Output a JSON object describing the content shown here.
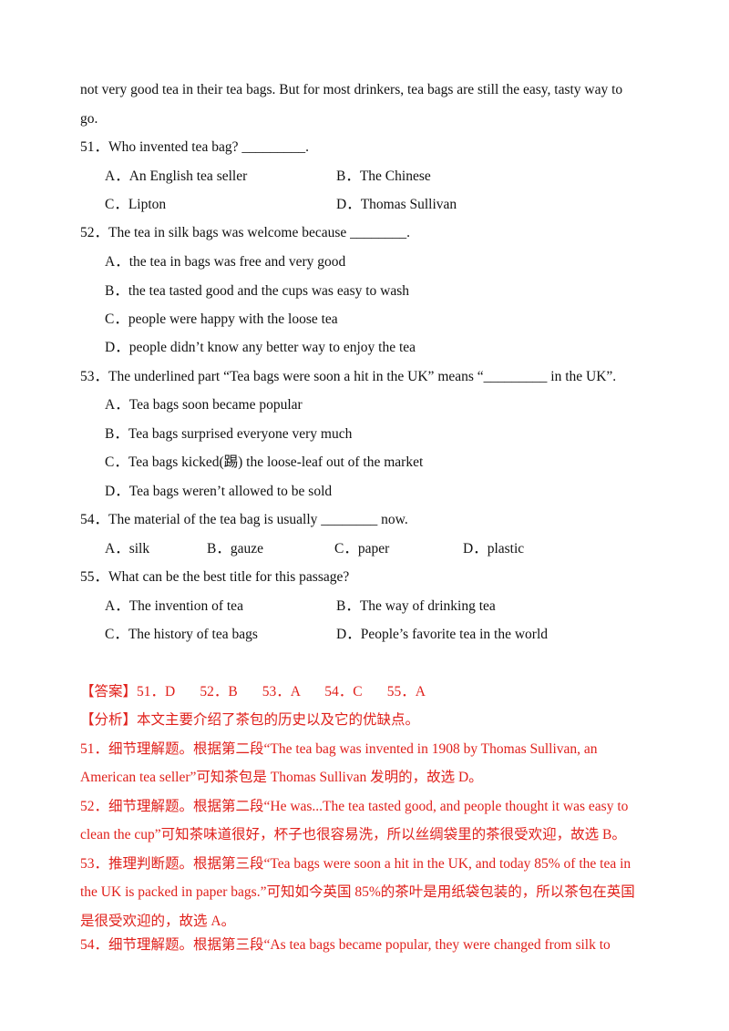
{
  "passage_tail": {
    "line1": "not very good tea in their tea bags. But for most drinkers, tea bags are still the easy, tasty way to",
    "line2": "go."
  },
  "questions": [
    {
      "stem": "51．Who invented tea bag? _________.",
      "options": [
        "A．An English tea seller",
        "B．The Chinese",
        "C．Lipton",
        "D．Thomas Sullivan"
      ]
    },
    {
      "stem": "52．The tea in silk bags was welcome because ________.",
      "options": [
        "A．the tea in bags was free and very good",
        "B．the tea tasted good and the cups was easy to wash",
        "C．people were happy with the loose tea",
        "D．people didn’t know any better way to enjoy the tea"
      ]
    },
    {
      "stem": "53．The underlined part “Tea bags were soon a hit in the UK” means “_________ in the UK”.",
      "options": [
        "A．Tea bags soon became popular",
        "B．Tea bags surprised everyone very much",
        "C．Tea bags kicked(踢) the loose-leaf out of the market",
        "D．Tea bags weren’t allowed to be sold"
      ]
    },
    {
      "stem": "54．The material of the tea bag is usually ________ now.",
      "options": [
        "A．silk",
        "B．gauze",
        "C．paper",
        "D．plastic"
      ]
    },
    {
      "stem": "55．What can be the best title for this passage?",
      "options": [
        "A．The invention of tea",
        "B．The way of drinking tea",
        "C．The history of tea bags",
        "D．People’s favorite tea in the world"
      ]
    }
  ],
  "answer": {
    "line": "【答案】51．D       52．B       53．A       54．C       55．A",
    "analysis": "【分析】本文主要介绍了茶包的历史以及它的优缺点。",
    "explanations": [
      "51．细节理解题。根据第二段“The tea bag was invented in 1908 by Thomas Sullivan, an",
      "American tea seller”可知茶包是 Thomas Sullivan 发明的，故选 D。",
      "52．细节理解题。根据第二段“He was...The tea tasted good, and people thought it was easy to",
      "clean the cup”可知茶味道很好，杯子也很容易洗，所以丝绸袋里的茶很受欢迎，故选 B。",
      "53．推理判断题。根据第三段“Tea bags were soon a hit in the UK, and today 85% of the tea in",
      "the UK is packed in paper bags.”可知如今英国 85%的茶叶是用纸袋包装的，所以茶包在英国",
      "是很受欢迎的，故选 A。",
      "54．细节理解题。根据第三段“As tea bags became popular, they were changed from silk to"
    ]
  },
  "colors": {
    "text": "#111111",
    "answer_red": "#e0201b"
  }
}
